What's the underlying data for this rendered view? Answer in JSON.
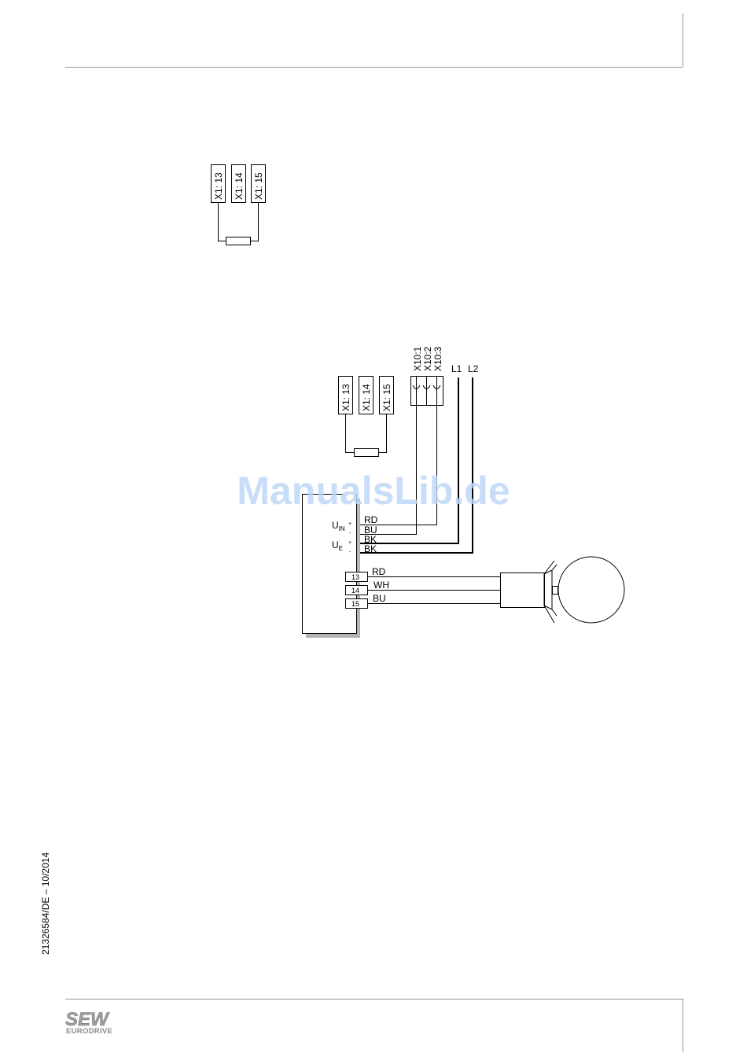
{
  "doc_code": "21326584/DE – 10/2014",
  "watermark": "ManualsLib.de",
  "logo": {
    "top": "SEW",
    "bottom": "EURODRIVE"
  },
  "diagram1": {
    "terminals": [
      "X1: 13",
      "X1: 14",
      "X1: 15"
    ]
  },
  "diagram2": {
    "terminals": [
      "X1: 13",
      "X1: 14",
      "X1: 15"
    ],
    "connectors": [
      "X10:1",
      "X10:2",
      "X10:3"
    ],
    "supply": [
      "L1",
      "L2"
    ],
    "inputs": {
      "uin": "U",
      "uin_sub": "IN",
      "ue": "U",
      "ue_sub": "E"
    },
    "polarity": [
      "+",
      "-",
      "+",
      "-"
    ],
    "wire_colors_upper": [
      "RD",
      "BU",
      "BK",
      "BK"
    ],
    "sensor_pins": [
      "13",
      "14",
      "15"
    ],
    "wire_colors_lower": [
      "RD",
      "WH",
      "BU"
    ]
  }
}
